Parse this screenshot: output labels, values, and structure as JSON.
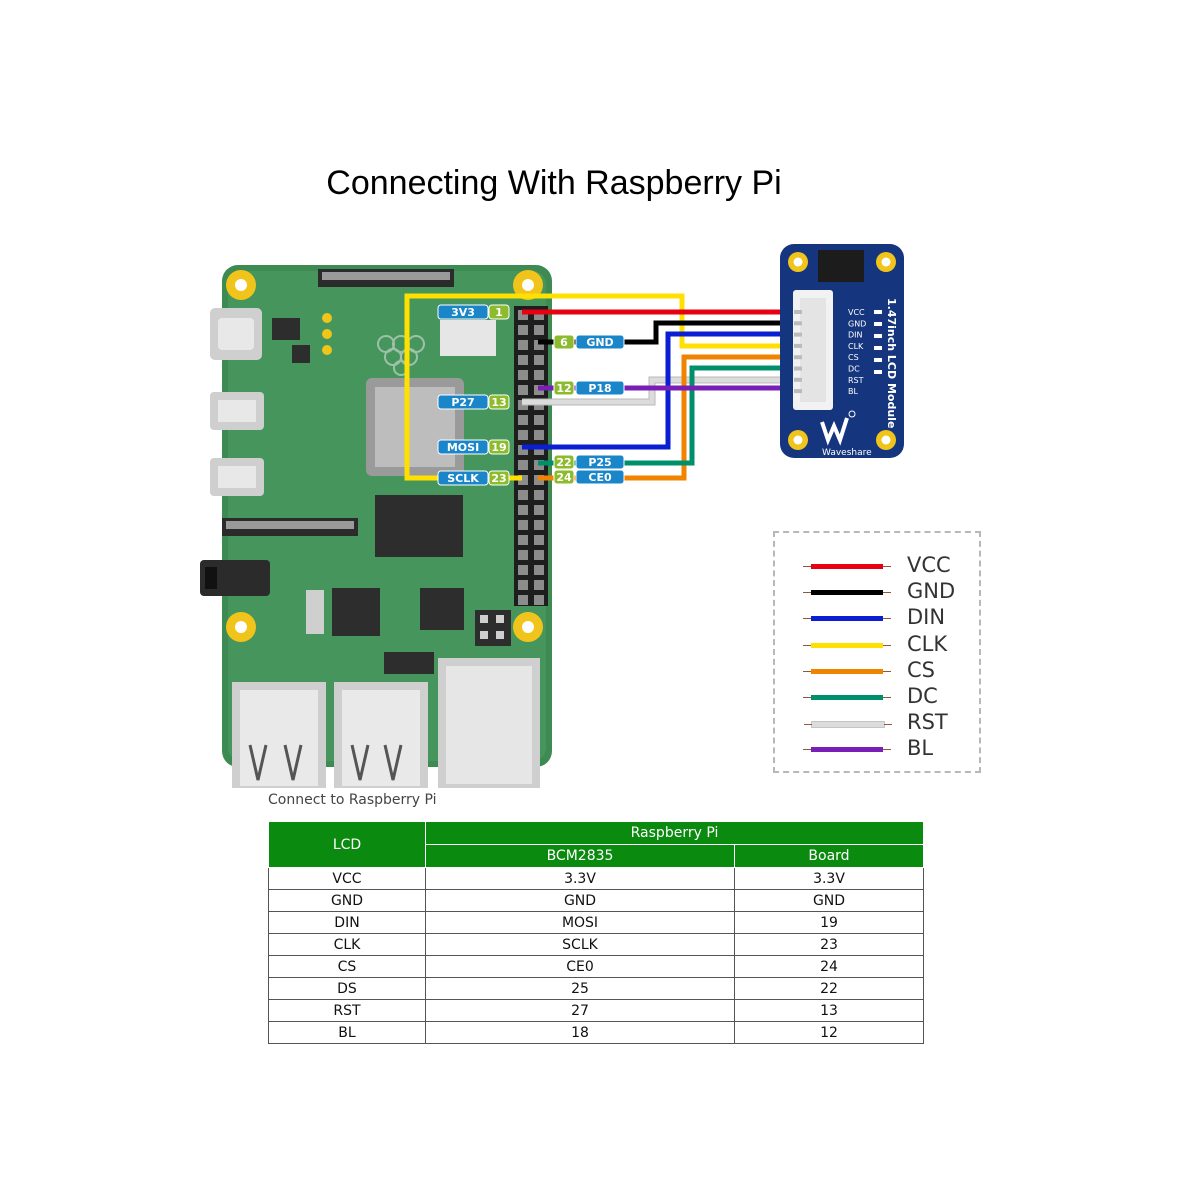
{
  "title": "Connecting With Raspberry Pi",
  "caption": "Connect to Raspberry Pi",
  "pi_pins": {
    "left": [
      {
        "name": "3V3",
        "num": "1"
      },
      {
        "name": "P27",
        "num": "13"
      },
      {
        "name": "MOSI",
        "num": "19"
      },
      {
        "name": "SCLK",
        "num": "23"
      }
    ],
    "right": [
      {
        "num": "6",
        "name": "GND"
      },
      {
        "num": "12",
        "name": "P18"
      },
      {
        "num": "22",
        "name": "P25"
      },
      {
        "num": "24",
        "name": "CE0"
      }
    ]
  },
  "lcd_module": {
    "name": "1.47inch LCD Module",
    "brand": "Waveshare",
    "pins": [
      "VCC",
      "GND",
      "DIN",
      "CLK",
      "CS",
      "DC",
      "RST",
      "BL"
    ]
  },
  "legend": [
    {
      "label": "VCC",
      "color": "#e60012"
    },
    {
      "label": "GND",
      "color": "#000000"
    },
    {
      "label": "DIN",
      "color": "#0a1ed2"
    },
    {
      "label": "CLK",
      "color": "#ffe000"
    },
    {
      "label": "CS",
      "color": "#f08300"
    },
    {
      "label": "DC",
      "color": "#008f6b"
    },
    {
      "label": "RST",
      "color": "#dcdcdc"
    },
    {
      "label": "BL",
      "color": "#7a1fb5"
    }
  ],
  "table": {
    "col_lcd": "LCD",
    "col_group": "Raspberry Pi",
    "col_bcm": "BCM2835",
    "col_board": "Board",
    "rows": [
      [
        "VCC",
        "3.3V",
        "3.3V"
      ],
      [
        "GND",
        "GND",
        "GND"
      ],
      [
        "DIN",
        "MOSI",
        "19"
      ],
      [
        "CLK",
        "SCLK",
        "23"
      ],
      [
        "CS",
        "CE0",
        "24"
      ],
      [
        "DS",
        "25",
        "22"
      ],
      [
        "RST",
        "27",
        "13"
      ],
      [
        "BL",
        "18",
        "12"
      ]
    ]
  }
}
